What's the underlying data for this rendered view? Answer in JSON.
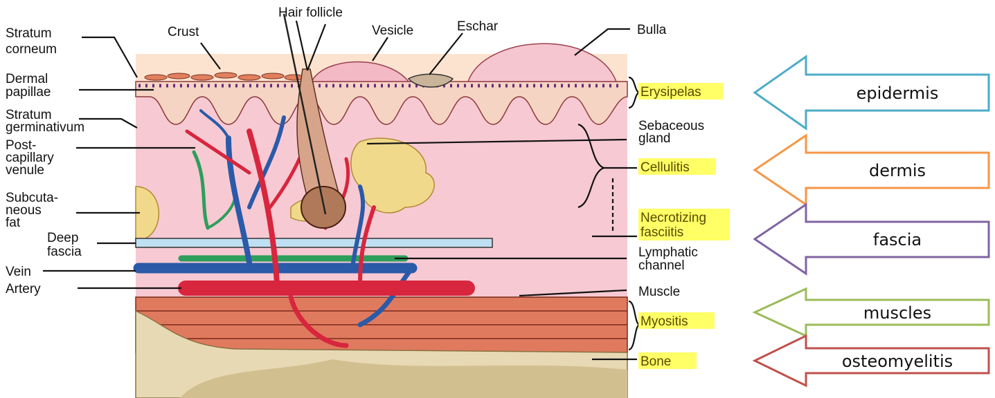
{
  "left_labels": {
    "stratum_corneum_1": "Stratum",
    "stratum_corneum_2": "corneum",
    "dermal_papillae_1": "Dermal",
    "dermal_papillae_2": "papillae",
    "stratum_germ_1": "Stratum",
    "stratum_germ_2": "germinativum",
    "postcap_1": "Post-",
    "postcap_2": "capillary",
    "postcap_3": "venule",
    "subcut_1": "Subcuta-",
    "subcut_2": "neous",
    "subcut_3": "fat",
    "deep_fascia_1": "Deep",
    "deep_fascia_2": "fascia",
    "vein": "Vein",
    "artery": "Artery"
  },
  "top_labels": {
    "crust": "Crust",
    "hair_follicle": "Hair follicle",
    "vesicle": "Vesicle",
    "eschar": "Eschar",
    "bulla": "Bulla"
  },
  "right_labels": {
    "erysipelas": "Erysipelas",
    "sebaceous_1": "Sebaceous",
    "sebaceous_2": "gland",
    "cellulitis": "Cellulitis",
    "necrotizing_1": "Necrotizing",
    "necrotizing_2": "fasciitis",
    "lymphatic_1": "Lymphatic",
    "lymphatic_2": "channel",
    "muscle": "Muscle",
    "myositis": "Myositis",
    "bone": "Bone"
  },
  "arrows": [
    {
      "label": "epidermis",
      "color": "#4bacc6"
    },
    {
      "label": "dermis",
      "color": "#f79646"
    },
    {
      "label": "fascia",
      "color": "#8064a2"
    },
    {
      "label": "muscles",
      "color": "#9bbb59"
    },
    {
      "label": "osteomyelitis",
      "color": "#c0504d"
    }
  ],
  "colors": {
    "artery": "#d7263d",
    "vein": "#2a5aa8",
    "lymphatic": "#2e9e5b",
    "dermis": "#f7c9d3",
    "epidermis": "#f8dcc8",
    "muscle": "#e07a5f",
    "bone": "#e8d9b5",
    "fat": "#f1d98c",
    "fascia": "#bfe0f2",
    "highlight": "#ffff66"
  }
}
